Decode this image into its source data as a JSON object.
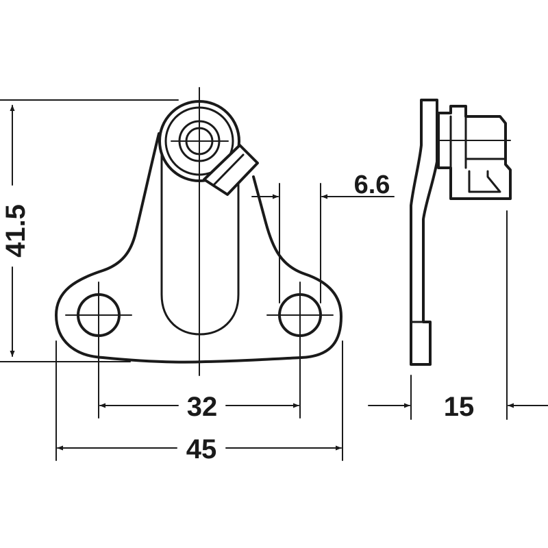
{
  "dimensions": {
    "height_overall": "41.5",
    "hole_diameter": "6.6",
    "hole_spacing": "32",
    "width_overall": "45",
    "depth": "15"
  },
  "colors": {
    "line": "#1a1a1a",
    "background": "#ffffff"
  }
}
